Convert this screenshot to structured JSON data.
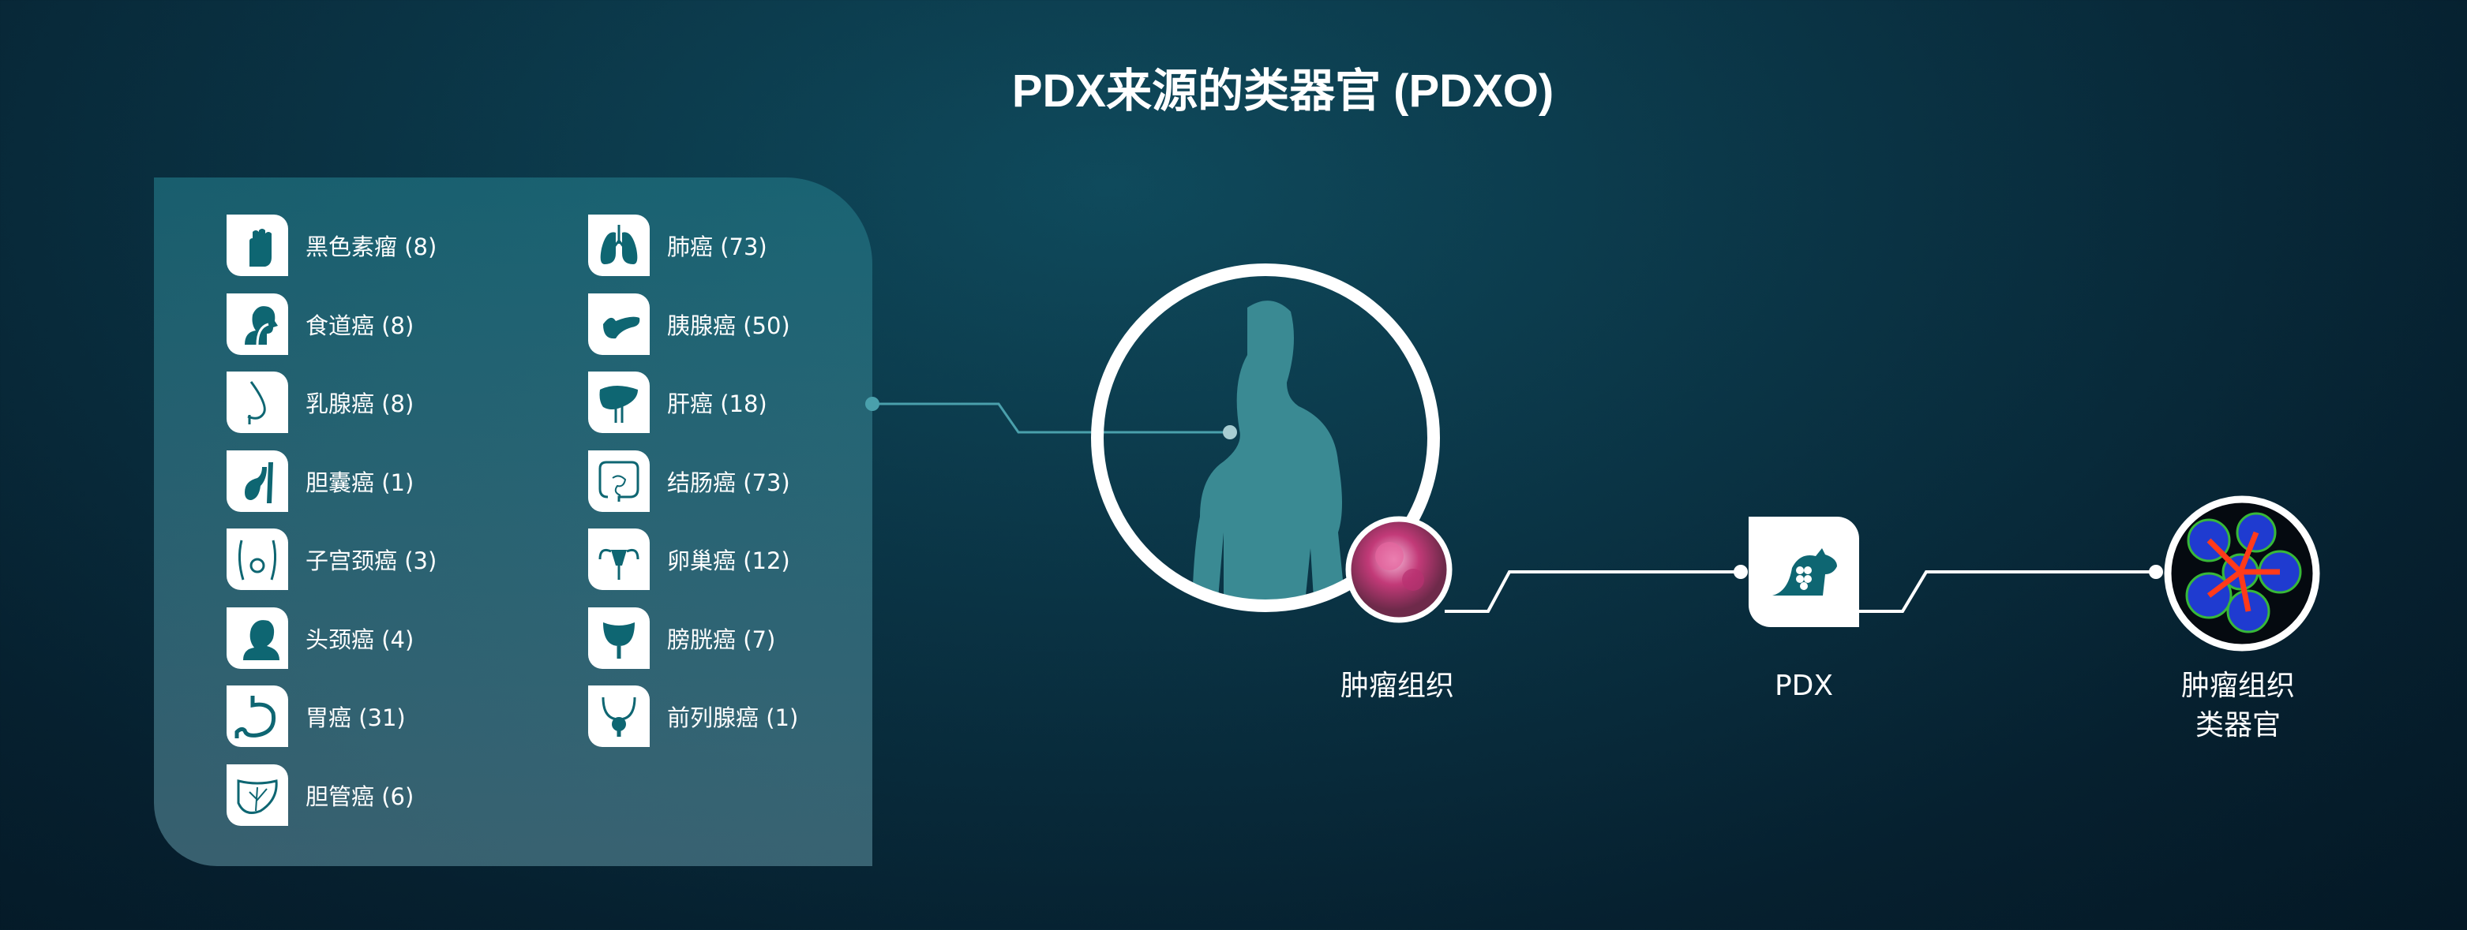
{
  "title": "PDX来源的类器官 (PDXO)",
  "cancers_left": [
    {
      "label": "黑色素瘤 (8)",
      "icon": "hand-icon"
    },
    {
      "label": "食道癌 (8)",
      "icon": "esophagus-icon"
    },
    {
      "label": "乳腺癌 (8)",
      "icon": "breast-icon"
    },
    {
      "label": "胆囊癌 (1)",
      "icon": "gallbladder-icon"
    },
    {
      "label": "子宫颈癌 (3)",
      "icon": "cervix-icon"
    },
    {
      "label": "头颈癌 (4)",
      "icon": "head-neck-icon"
    },
    {
      "label": "胃癌 (31)",
      "icon": "stomach-icon"
    },
    {
      "label": "胆管癌 (6)",
      "icon": "bile-duct-icon"
    }
  ],
  "cancers_right": [
    {
      "label": "肺癌 (73)",
      "icon": "lungs-icon"
    },
    {
      "label": "胰腺癌 (50)",
      "icon": "pancreas-icon"
    },
    {
      "label": "肝癌 (18)",
      "icon": "liver-icon"
    },
    {
      "label": "结肠癌 (73)",
      "icon": "colon-icon"
    },
    {
      "label": "卵巢癌 (12)",
      "icon": "ovary-icon"
    },
    {
      "label": "膀胱癌 (7)",
      "icon": "bladder-icon"
    },
    {
      "label": "前列腺癌 (1)",
      "icon": "prostate-icon"
    }
  ],
  "flow": {
    "step1": "肿瘤组织",
    "step2": "PDX",
    "step3_line1": "肿瘤组织",
    "step3_line2": "类器官"
  },
  "colors": {
    "teal": "#0e6672",
    "silhouette": "#3a8a93"
  }
}
